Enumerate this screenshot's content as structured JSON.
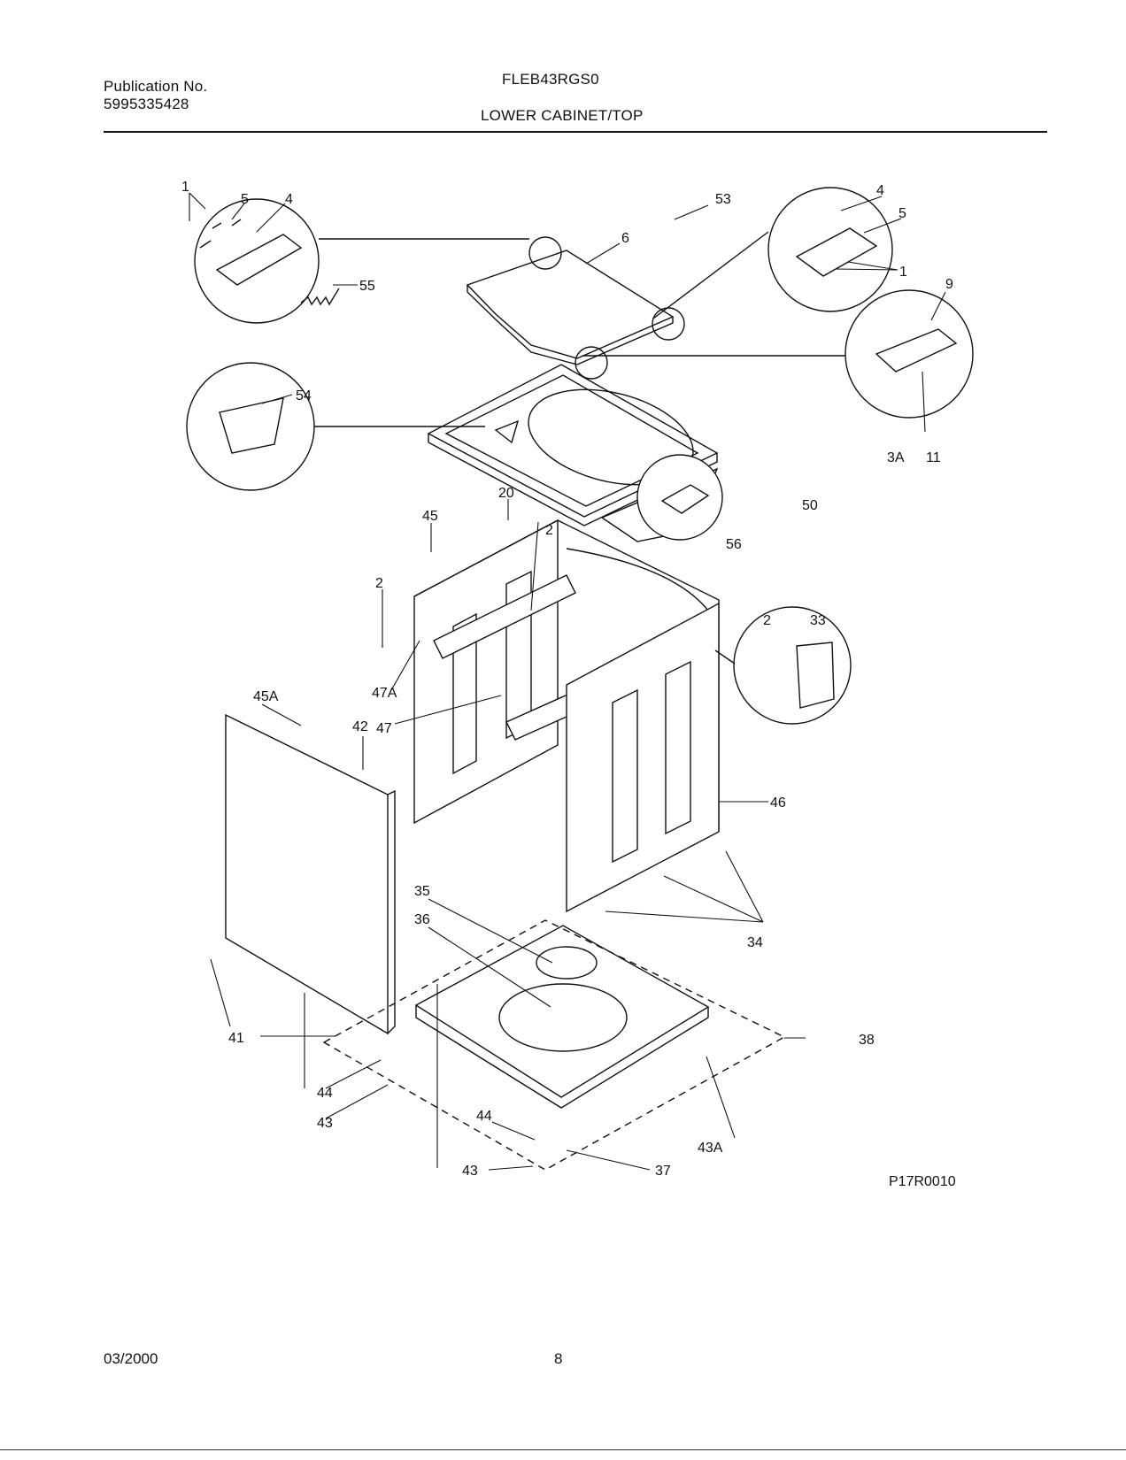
{
  "header": {
    "publication_label": "Publication No.",
    "publication_number": "5995335428",
    "model": "FLEB43RGS0",
    "section_title": "LOWER CABINET/TOP"
  },
  "diagram": {
    "drawing_id": "P17R0010",
    "part_labels": {
      "p1a": "1",
      "p5a": "5",
      "p4a": "4",
      "p55": "55",
      "p6": "6",
      "p4b": "4",
      "p5b": "5",
      "p1b": "1",
      "p9": "9",
      "p53": "53",
      "p54": "54",
      "p3A": "3A",
      "p11": "11",
      "p20": "20",
      "p50": "50",
      "p45": "45",
      "p2a": "2",
      "p56": "56",
      "p2b": "2",
      "p2c": "2",
      "p33": "33",
      "p47A": "47A",
      "p45A": "45A",
      "p42": "42",
      "p47": "47",
      "p46": "46",
      "p35": "35",
      "p36": "36",
      "p34": "34",
      "p41": "41",
      "p38": "38",
      "p44a": "44",
      "p43a": "43",
      "p44b": "44",
      "p43A": "43A",
      "p43b": "43",
      "p37": "37"
    }
  },
  "footer": {
    "date": "03/2000",
    "page": "8"
  }
}
